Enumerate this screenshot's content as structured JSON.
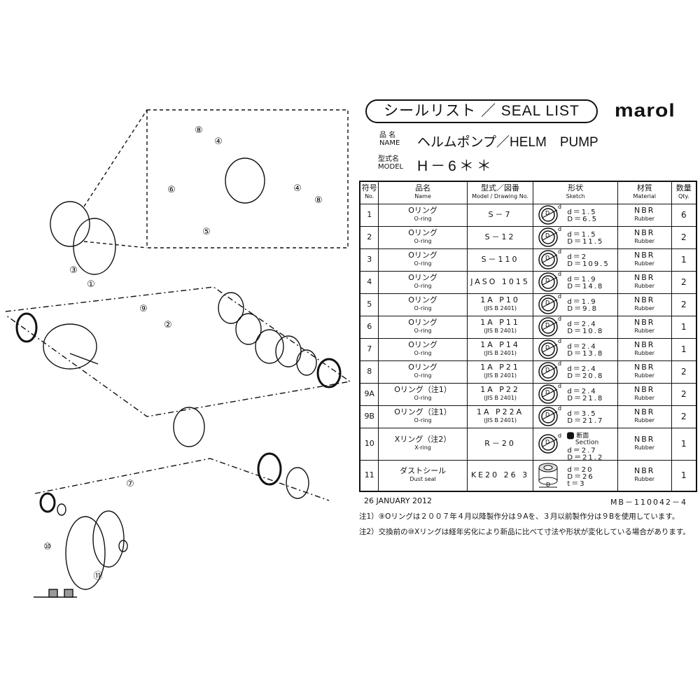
{
  "header": {
    "title": "シールリスト ／ SEAL LIST",
    "brand": "marol",
    "name_label_jp": "品 名",
    "name_label_en": "NAME",
    "name_value": "ヘルムポンプ／HELM　PUMP",
    "model_label_jp": "型式名",
    "model_label_en": "MODEL",
    "model_value": "H－6＊＊"
  },
  "table": {
    "headers": [
      {
        "jp": "符号",
        "en": "No."
      },
      {
        "jp": "品名",
        "en": "Name"
      },
      {
        "jp": "型式／図番",
        "en": "Model / Drawing No."
      },
      {
        "jp": "形状",
        "en": "Sketch"
      },
      {
        "jp": "材質",
        "en": "Material"
      },
      {
        "jp": "数量",
        "en": "Qty."
      }
    ],
    "rows": [
      {
        "no": "1",
        "name_jp": "Oリング",
        "name_en": "O-ring",
        "model": "S－7",
        "model_sub": "",
        "d": "d＝1.5",
        "D": "D＝6.5",
        "material": "NBR",
        "material_sub": "Rubber",
        "qty": "6"
      },
      {
        "no": "2",
        "name_jp": "Oリング",
        "name_en": "O-ring",
        "model": "S－12",
        "model_sub": "",
        "d": "d＝1.5",
        "D": "D＝11.5",
        "material": "NBR",
        "material_sub": "Rubber",
        "qty": "2"
      },
      {
        "no": "3",
        "name_jp": "Oリング",
        "name_en": "O-ring",
        "model": "S－110",
        "model_sub": "",
        "d": "d＝2",
        "D": "D＝109.5",
        "material": "NBR",
        "material_sub": "Rubber",
        "qty": "1"
      },
      {
        "no": "4",
        "name_jp": "Oリング",
        "name_en": "O-ring",
        "model": "JASO 1015",
        "model_sub": "",
        "d": "d＝1.9",
        "D": "D＝14.8",
        "material": "NBR",
        "material_sub": "Rubber",
        "qty": "2"
      },
      {
        "no": "5",
        "name_jp": "Oリング",
        "name_en": "O-ring",
        "model": "1A P10",
        "model_sub": "(JIS B 2401)",
        "d": "d＝1.9",
        "D": "D＝9.8",
        "material": "NBR",
        "material_sub": "Rubber",
        "qty": "2"
      },
      {
        "no": "6",
        "name_jp": "Oリング",
        "name_en": "O-ring",
        "model": "1A P11",
        "model_sub": "(JIS B 2401)",
        "d": "d＝2.4",
        "D": "D＝10.8",
        "material": "NBR",
        "material_sub": "Rubber",
        "qty": "1"
      },
      {
        "no": "7",
        "name_jp": "Oリング",
        "name_en": "O-ring",
        "model": "1A P14",
        "model_sub": "(JIS B 2401)",
        "d": "d＝2.4",
        "D": "D＝13.8",
        "material": "NBR",
        "material_sub": "Rubber",
        "qty": "1"
      },
      {
        "no": "8",
        "name_jp": "Oリング",
        "name_en": "O-ring",
        "model": "1A P21",
        "model_sub": "(JIS B 2401)",
        "d": "d＝2.4",
        "D": "D＝20.8",
        "material": "NBR",
        "material_sub": "Rubber",
        "qty": "2"
      },
      {
        "no": "9A",
        "name_jp": "Oリング（注1）",
        "name_en": "O-ring",
        "model": "1A P22",
        "model_sub": "(JIS B 2401)",
        "d": "d＝2.4",
        "D": "D＝21.8",
        "material": "NBR",
        "material_sub": "Rubber",
        "qty": "2"
      },
      {
        "no": "9B",
        "name_jp": "Oリング（注1）",
        "name_en": "O-ring",
        "model": "1A P22A",
        "model_sub": "(JIS B 2401)",
        "d": "d＝3.5",
        "D": "D＝21.7",
        "material": "NBR",
        "material_sub": "Rubber",
        "qty": "2"
      },
      {
        "no": "10",
        "name_jp": "Xリング（注2）",
        "name_en": "X-ring",
        "model": "R－20",
        "model_sub": "",
        "section_jp": "断面",
        "section_en": "Section",
        "d": "d＝2.7",
        "D": "D＝21.2",
        "material": "NBR",
        "material_sub": "Rubber",
        "qty": "1"
      },
      {
        "no": "11",
        "name_jp": "ダストシール",
        "name_en": "Dust seal",
        "model": "KE20 26 3",
        "model_sub": "",
        "d": "d＝20",
        "D": "D＝26",
        "t": "t＝3",
        "material": "NBR",
        "material_sub": "Rubber",
        "qty": "1"
      }
    ]
  },
  "sketch_labels": {
    "D": "D",
    "d": "d"
  },
  "footer": {
    "date": "26 JANUARY 2012",
    "doc_no": "MB－110042－4",
    "note1": "注1）⑨Oリングは２００７年４月以降製作分は９Aを、３月以前製作分は９Bを使用しています。",
    "note2": "注2）交換前の⑩Xリングは経年劣化により新品に比べて寸法や形状が変化している場合があります。"
  },
  "callouts": [
    "⑧",
    "④",
    "⑥",
    "⑤",
    "④",
    "⑧",
    "③",
    "①",
    "⑨",
    "②",
    "⑦",
    "⑩",
    "⑪"
  ]
}
